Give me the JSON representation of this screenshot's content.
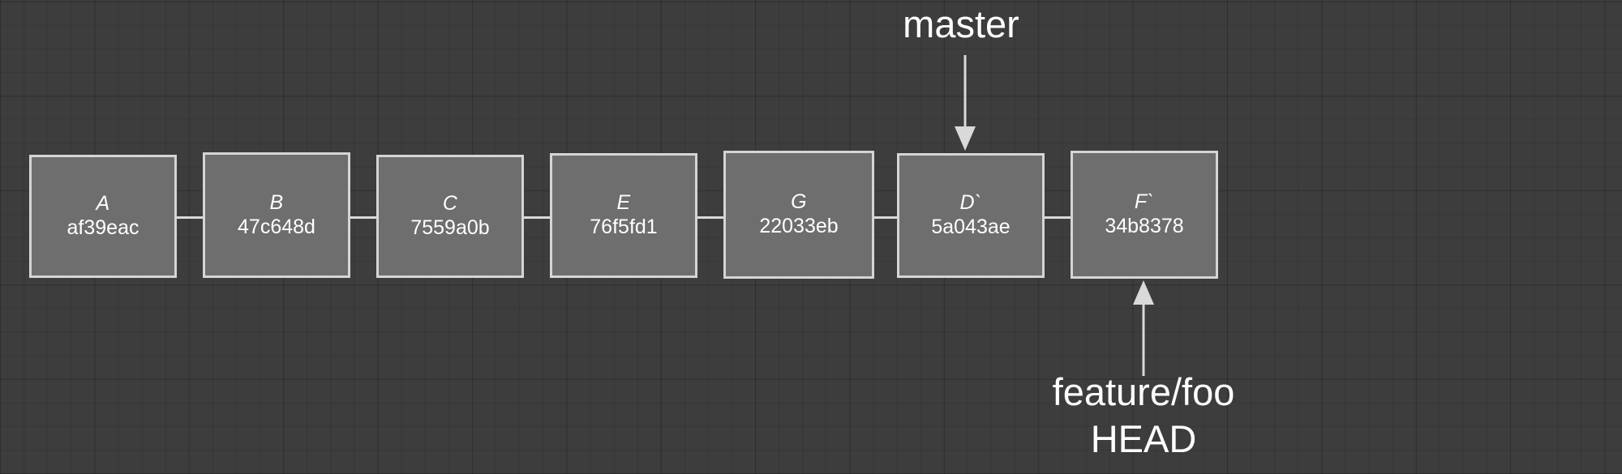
{
  "diagram": {
    "type": "git-commit-graph",
    "background_color": "#3d3d3d",
    "node_fill_color": "#6e6e6e",
    "node_border_color": "#d5d5d5",
    "text_color": "#ffffff",
    "commits": [
      {
        "letter": "A",
        "hash": "af39eac"
      },
      {
        "letter": "B",
        "hash": "47c648d"
      },
      {
        "letter": "C",
        "hash": "7559a0b"
      },
      {
        "letter": "E",
        "hash": "76f5fd1"
      },
      {
        "letter": "G",
        "hash": "22033eb"
      },
      {
        "letter": "D`",
        "hash": "5a043ae"
      },
      {
        "letter": "F`",
        "hash": "34b8378"
      }
    ],
    "refs": {
      "branch_master": "master",
      "branch_feature": "feature/foo",
      "head": "HEAD"
    }
  }
}
